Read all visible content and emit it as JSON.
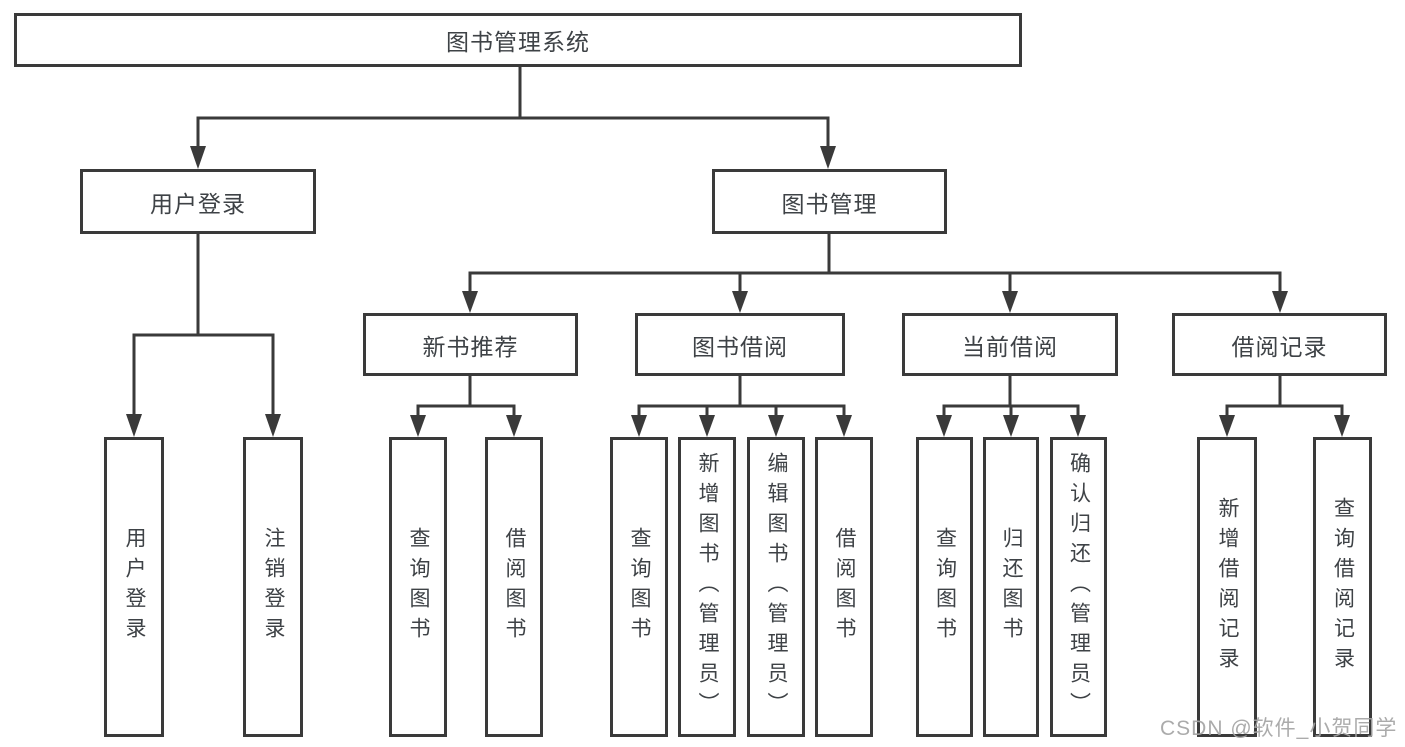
{
  "diagram": {
    "root": {
      "label": "图书管理系统"
    },
    "branches": [
      {
        "label": "用户登录",
        "leaves": [
          {
            "label": "用户登录"
          },
          {
            "label": "注销登录"
          }
        ]
      },
      {
        "label": "图书管理",
        "sections": [
          {
            "label": "新书推荐",
            "leaves": [
              {
                "label": "查询图书"
              },
              {
                "label": "借阅图书"
              }
            ]
          },
          {
            "label": "图书借阅",
            "leaves": [
              {
                "label": "查询图书"
              },
              {
                "label": "新增图书（管理员）"
              },
              {
                "label": "编辑图书（管理员）"
              },
              {
                "label": "借阅图书"
              }
            ]
          },
          {
            "label": "当前借阅",
            "leaves": [
              {
                "label": "查询图书"
              },
              {
                "label": "归还图书"
              },
              {
                "label": "确认归还（管理员）"
              }
            ]
          },
          {
            "label": "借阅记录",
            "leaves": [
              {
                "label": "新增借阅记录"
              },
              {
                "label": "查询借阅记录"
              }
            ]
          }
        ]
      }
    ]
  },
  "colors": {
    "line": "#3a3a3a",
    "text": "#3e4246",
    "background": "#ffffff",
    "watermark": "#a4a4a4"
  },
  "watermark": "CSDN @软件_小贺同学"
}
